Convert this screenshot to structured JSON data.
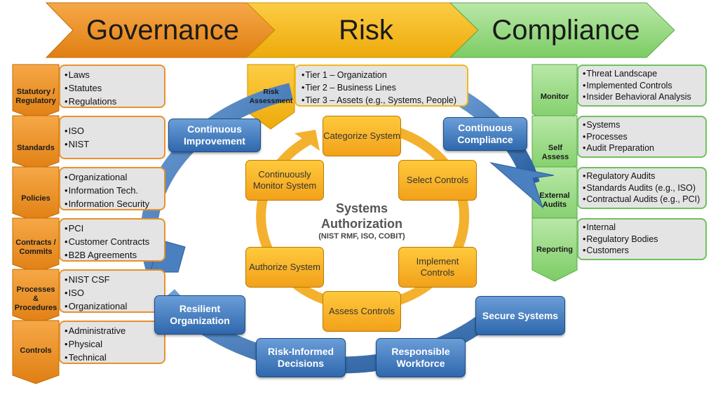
{
  "banner": {
    "governance": "Governance",
    "risk": "Risk",
    "compliance": "Compliance"
  },
  "governance": [
    {
      "label": "Statutory / Regulatory",
      "items": [
        "Laws",
        "Statutes",
        "Regulations"
      ]
    },
    {
      "label": "Standards",
      "items": [
        "ISO",
        "NIST"
      ]
    },
    {
      "label": "Policies",
      "items": [
        "Organizational",
        "Information Tech.",
        "Information Security"
      ]
    },
    {
      "label": "Contracts / Commits",
      "items": [
        "PCI",
        "Customer Contracts",
        "B2B Agreements"
      ]
    },
    {
      "label": "Processes & Procedures",
      "items": [
        "NIST CSF",
        "ISO",
        "Organizational"
      ]
    },
    {
      "label": "Controls",
      "items": [
        "Administrative",
        "Physical",
        "Technical"
      ]
    }
  ],
  "risk_assessment": {
    "label": "Risk Assessment",
    "items": [
      "Tier 1 – Organization",
      "Tier 2 – Business Lines",
      "Tier 3 – Assets (e.g., Systems, People)"
    ]
  },
  "compliance": [
    {
      "label": "Monitor",
      "items": [
        "Threat Landscape",
        "Implemented Controls",
        "Insider Behavioral Analysis"
      ]
    },
    {
      "label": "Self Assess",
      "items": [
        "Systems",
        "Processes",
        "Audit Preparation"
      ]
    },
    {
      "label": "External Audits",
      "items": [
        "Regulatory Audits",
        "Standards Audits (e.g., ISO)",
        "Contractual Audits (e.g., PCI)"
      ]
    },
    {
      "label": "Reporting",
      "items": [
        "Internal",
        "Regulatory Bodies",
        "Customers"
      ]
    }
  ],
  "outer_cycle": {
    "continuous_improvement": "Continuous Improvement",
    "continuous_compliance": "Continuous Compliance",
    "secure_systems": "Secure Systems",
    "responsible_workforce": "Responsible Workforce",
    "risk_informed_decisions": "Risk-Informed Decisions",
    "resilient_organization": "Resilient Organization"
  },
  "inner_cycle": {
    "categorize": "Categorize System",
    "select": "Select Controls",
    "implement": "Implement Controls",
    "assess": "Assess Controls",
    "authorize": "Authorize System",
    "monitor": "Continuously Monitor System"
  },
  "center": {
    "title": "Systems Authorization",
    "subtitle": "(NIST RMF, ISO, COBIT)"
  },
  "colors": {
    "governance": "#e8912b",
    "risk": "#f0b81a",
    "compliance": "#6ec25c",
    "cycle_blue": "#2f68ad",
    "inner_gold": "#f2a11a"
  }
}
